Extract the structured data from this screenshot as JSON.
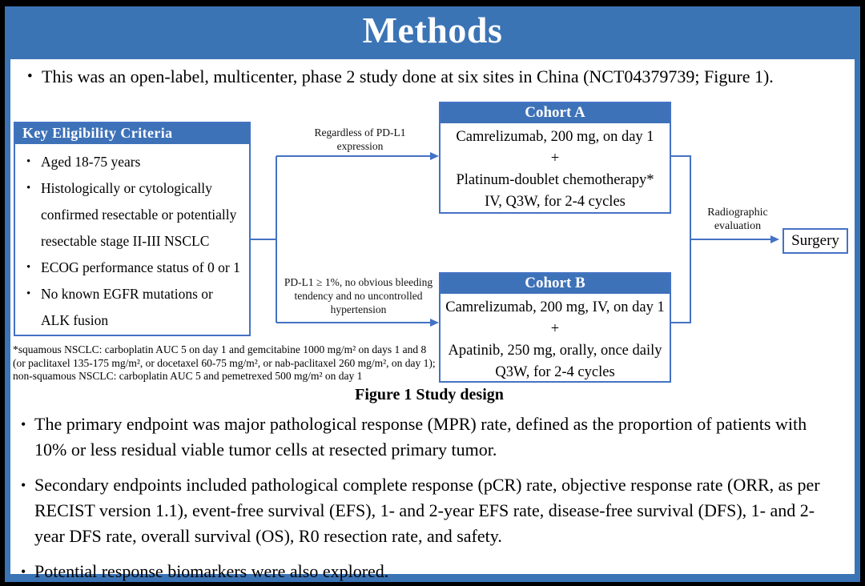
{
  "title": "Methods",
  "intro_bullet": "This was an open-label, multicenter, phase 2 study done at six sites in China (NCT04379739; Figure 1).",
  "figure": {
    "eligibility": {
      "header": "Key Eligibility Criteria",
      "items": [
        "Aged 18-75 years",
        "Histologically or cytologically confirmed resectable or potentially resectable stage II-III NSCLC",
        "ECOG performance status of 0 or 1",
        "No known EGFR mutations or ALK fusion"
      ]
    },
    "branch_top_label": "Regardless of PD-L1 expression",
    "branch_bottom_label": "PD-L1 ≥ 1%, no obvious bleeding tendency and no uncontrolled hypertension",
    "cohort_a": {
      "header": "Cohort A",
      "lines": [
        "Camrelizumab, 200 mg, on day 1",
        "+",
        "Platinum-doublet chemotherapy*",
        "IV, Q3W, for 2-4 cycles"
      ]
    },
    "cohort_b": {
      "header": "Cohort B",
      "lines": [
        "Camrelizumab, 200 mg, IV, on day 1",
        "+",
        "Apatinib, 250 mg, orally, once daily",
        "Q3W, for 2-4 cycles"
      ]
    },
    "evaluation_label": "Radiographic evaluation",
    "surgery_label": "Surgery",
    "footnote": "*squamous NSCLC: carboplatin AUC 5 on day 1 and gemcitabine 1000 mg/m² on days 1 and 8 (or paclitaxel 135-175 mg/m², or docetaxel 60-75 mg/m², or nab-paclitaxel 260 mg/m², on day 1); non-squamous NSCLC: carboplatin AUC 5 and pemetrexed 500 mg/m² on day 1",
    "caption": "Figure 1 Study design"
  },
  "bullets": [
    "The primary endpoint was major pathological response (MPR) rate, defined as the proportion of patients with 10% or less residual viable tumor cells at resected primary tumor.",
    "Secondary endpoints included pathological complete response (pCR) rate, objective response rate (ORR, as per RECIST version 1.1), event-free survival (EFS), 1- and 2-year EFS rate, disease-free survival (DFS), 1- and 2-year DFS rate, overall survival (OS), R0 resection rate, and safety.",
    "Potential response biomarkers were also explored."
  ],
  "colors": {
    "frame_blue": "#3B74B5",
    "header_blue": "#3E72B8",
    "connector_blue": "#4472C4",
    "background_white": "#FFFFFF",
    "border_black": "#000000",
    "text_black": "#000000",
    "title_text_white": "#FFFFFF"
  }
}
